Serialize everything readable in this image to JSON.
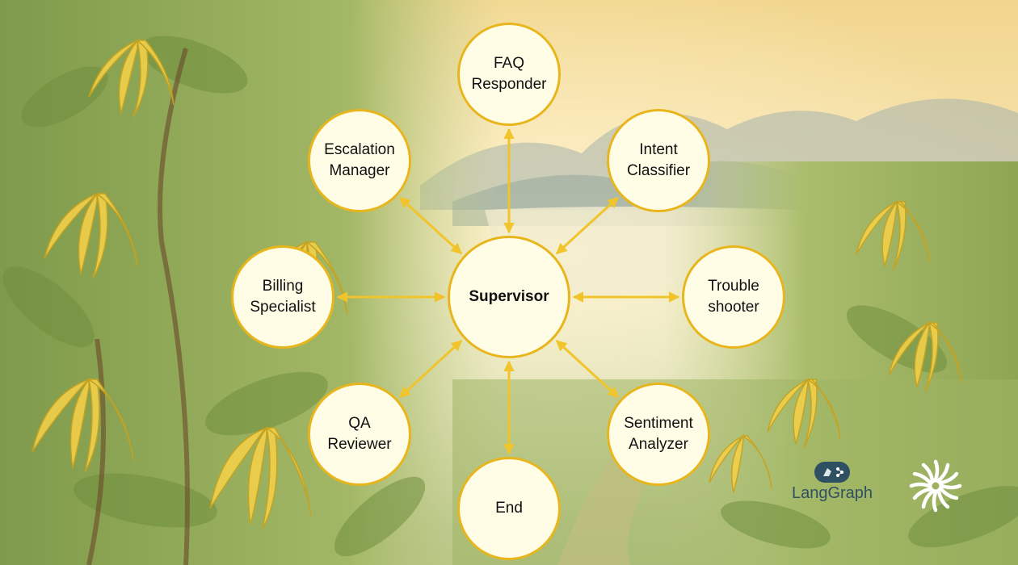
{
  "diagram": {
    "center": {
      "label": "Supervisor"
    },
    "nodes": [
      {
        "id": "faq",
        "label": "FAQ\nResponder"
      },
      {
        "id": "intent",
        "label": "Intent\nClassifier"
      },
      {
        "id": "trouble",
        "label": "Trouble\nshooter"
      },
      {
        "id": "sentiment",
        "label": "Sentiment\nAnalyzer"
      },
      {
        "id": "end",
        "label": "End"
      },
      {
        "id": "qa",
        "label": "QA\nReviewer"
      },
      {
        "id": "billing",
        "label": "Billing\nSpecialist"
      },
      {
        "id": "escalation",
        "label": "Escalation\nManager"
      }
    ],
    "edges": [
      {
        "from": "supervisor",
        "to": "faq",
        "bidirectional": true
      },
      {
        "from": "supervisor",
        "to": "intent",
        "bidirectional": true
      },
      {
        "from": "supervisor",
        "to": "trouble",
        "bidirectional": true
      },
      {
        "from": "supervisor",
        "to": "sentiment",
        "bidirectional": true
      },
      {
        "from": "supervisor",
        "to": "end",
        "bidirectional": true
      },
      {
        "from": "supervisor",
        "to": "qa",
        "bidirectional": true
      },
      {
        "from": "supervisor",
        "to": "billing",
        "bidirectional": true
      },
      {
        "from": "supervisor",
        "to": "escalation",
        "bidirectional": true
      }
    ],
    "colors": {
      "edge": "#f0c42a",
      "node_fill": "#fffde6",
      "node_border": "#e8b61c"
    }
  },
  "branding": {
    "langgraph_label": "LangGraph",
    "langgraph_icon": "langgraph-parrot-icon",
    "flower_icon": "ylang-flower-icon"
  }
}
